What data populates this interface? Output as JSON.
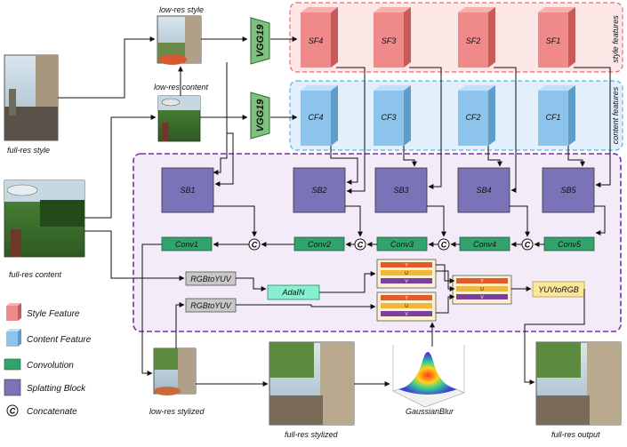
{
  "images": {
    "full_res_style": "full-res style",
    "low_res_style": "low-res style",
    "low_res_content": "low-res content",
    "full_res_content": "full-res content",
    "low_res_stylized": "low-res stylized",
    "full_res_stylized": "full-res stylized",
    "full_res_output": "full-res output",
    "gaussian_blur": "GaussianBlur"
  },
  "encoders": {
    "style": "VGG19",
    "content": "VGG19"
  },
  "groups": {
    "style": "style features",
    "content": "content features"
  },
  "style_features": [
    "SF4",
    "SF3",
    "SF2",
    "SF1"
  ],
  "content_features": [
    "CF4",
    "CF3",
    "CF2",
    "CF1"
  ],
  "splatting_blocks": [
    "SB1",
    "SB2",
    "SB3",
    "SB4",
    "SB5"
  ],
  "convs": [
    "Conv1",
    "Conv2",
    "Conv3",
    "Conv4",
    "Conv5"
  ],
  "concat_symbol": "C",
  "ops": {
    "rgb_to_yuv_1": "RGBtoYUV",
    "rgb_to_yuv_2": "RGBtoYUV",
    "adain": "AdaIN",
    "yuv_to_rgb": "YUVtoRGB"
  },
  "channels": [
    "Y",
    "U",
    "V"
  ],
  "legend": {
    "style_feature": "Style Feature",
    "content_feature": "Content Feature",
    "convolution": "Convolution",
    "splatting_block": "Splatting Block",
    "concatenate": "Concatenate"
  },
  "colors": {
    "style_feature": "#f08a8a",
    "content_feature": "#8cc4ec",
    "convolution": "#33a36e",
    "splatting_block": "#7b73b8",
    "adain": "#86f0cf",
    "yuv_to_rgb": "#fce69a",
    "y_channel": "#e05a2b",
    "u_channel": "#f0b73a",
    "v_channel": "#7b3fa0"
  }
}
